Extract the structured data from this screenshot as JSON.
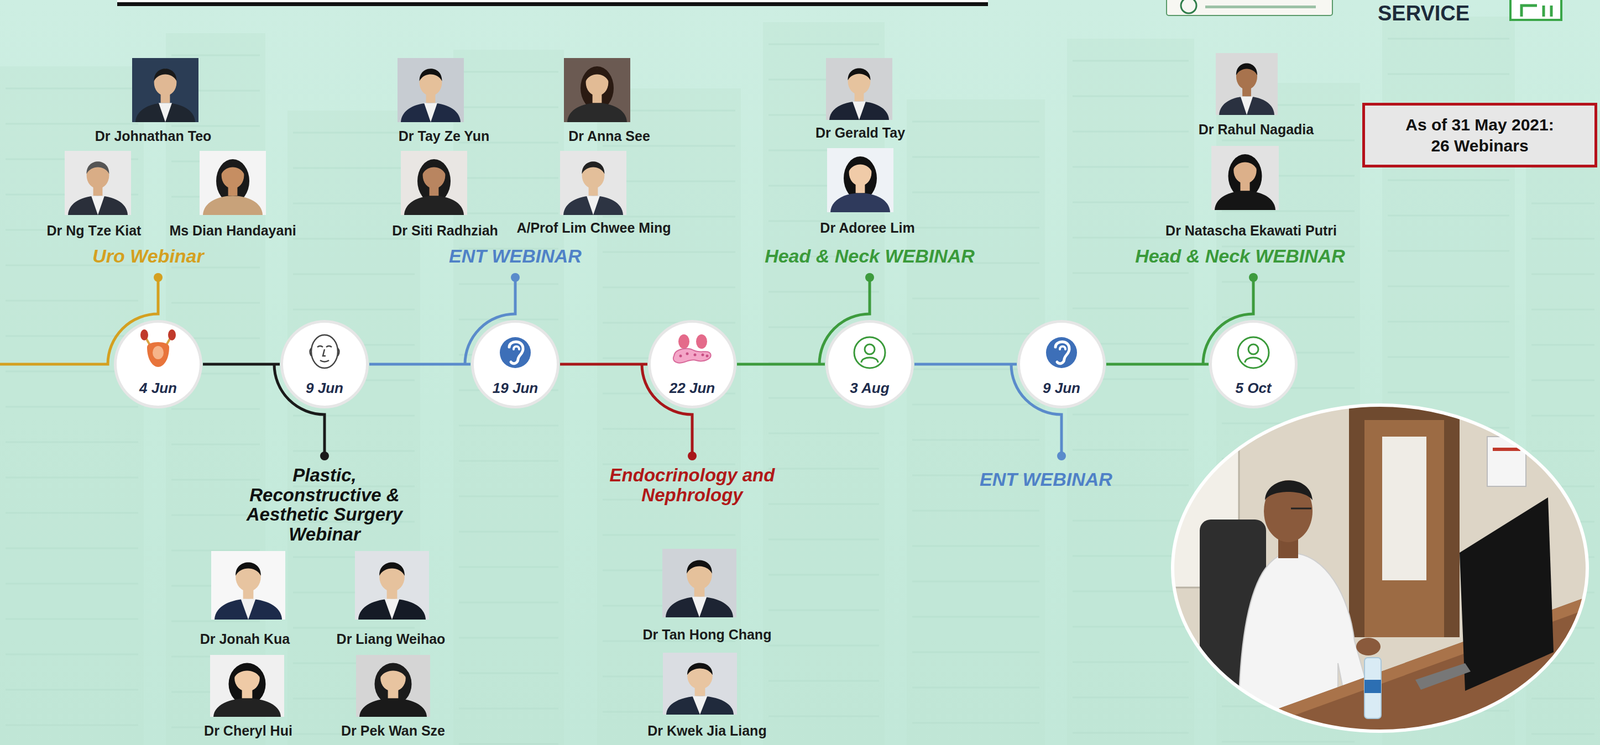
{
  "diagram": {
    "nodes": [
      {
        "text": [
          "4 Jun"
        ]
      },
      {
        "text": [
          "9 Jun"
        ]
      },
      {
        "text": [
          "19 Jun"
        ]
      },
      {
        "text": [
          "22 Jun"
        ]
      },
      {
        "text": [
          "3 Aug"
        ]
      },
      {
        "text": [
          "9 Jun"
        ]
      },
      {
        "text": [
          "5 Oct"
        ]
      },
      {
        "text": [
          "As of 31 May 2021: 26 Webinars"
        ]
      }
    ],
    "edges": [
      {
        "from": 0,
        "to": 1,
        "arrow": "none"
      },
      {
        "from": 1,
        "to": 2,
        "arrow": "none"
      },
      {
        "from": 2,
        "to": 3,
        "arrow": "none"
      },
      {
        "from": 3,
        "to": 4,
        "arrow": "none"
      },
      {
        "from": 4,
        "to": 5,
        "arrow": "none"
      },
      {
        "from": 5,
        "to": 6,
        "arrow": "none"
      }
    ],
    "labels": [
      "SERVICE",
      "Dr Johnathan Teo",
      "Dr Ng Tze Kiat",
      "Ms Dian Handayani",
      "Uro Webinar",
      "Dr Tay Ze Yun",
      "Dr Anna See",
      "Dr Siti Radhziah",
      "A/Prof Lim Chwee Ming",
      "ENT WEBINAR",
      "Dr Gerald Tay",
      "Dr Adoree Lim",
      "Head & Neck WEBINAR",
      "Dr Rahul Nagadia",
      "Dr Natascha Ekawati Putri",
      "Head & Neck WEBINAR",
      "Plastic, Reconstructive & Aesthetic Surgery Webinar",
      "Dr Jonah Kua",
      "Dr Liang Weihao",
      "Dr Cheryl Hui",
      "Dr Pek Wan Sze",
      "Endocrinology and Nephrology",
      "Dr Tan Hong Chang",
      "Dr Kwek Jia Liang",
      "ENT WEBINAR"
    ]
  }
}
